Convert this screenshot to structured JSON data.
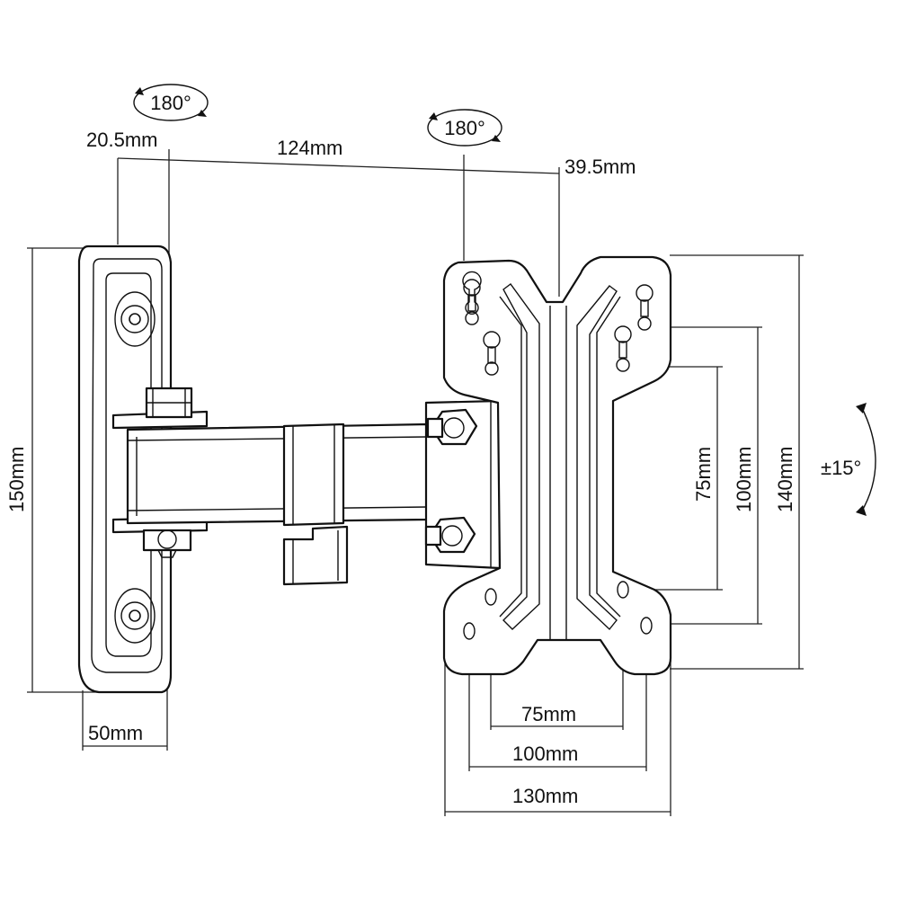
{
  "rotation_labels": {
    "wall_pivot": "180°",
    "head_pivot": "180°",
    "tilt": "±15°"
  },
  "dimensions": {
    "wall_plate_offset": "20.5mm",
    "arm_length": "124mm",
    "head_offset": "39.5mm",
    "wall_plate_height": "150mm",
    "wall_plate_width": "50mm",
    "vesa_h_75": "75mm",
    "vesa_h_100": "100mm",
    "vesa_h_130": "130mm",
    "vesa_v_75": "75mm",
    "vesa_v_100": "100mm",
    "vesa_v_140": "140mm"
  }
}
